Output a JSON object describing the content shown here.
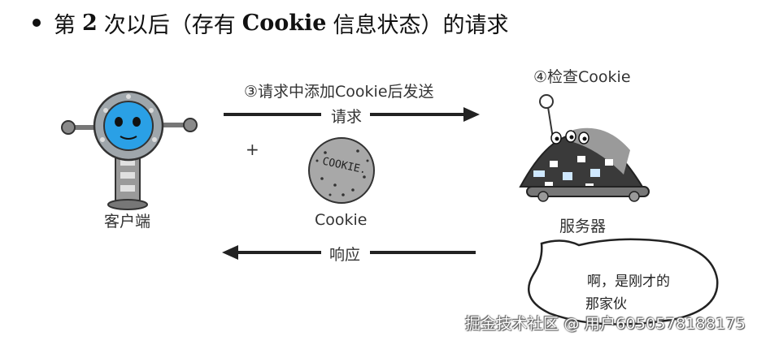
{
  "heading": {
    "prefix": "第",
    "number": "2",
    "middle": "次以后（存有",
    "cookie_word": "Cookie",
    "suffix": "信息状态）的请求"
  },
  "diagram": {
    "step3_label": "③请求中添加Cookie后发送",
    "step4_label": "④检查Cookie",
    "request_arrow_label": "请求",
    "response_arrow_label": "响应",
    "plus_sign": "+",
    "cookie_label": "Cookie",
    "cookie_stamp_text": "COOKIE.",
    "client_label": "客户端",
    "server_label": "服务器",
    "speech_line1": "啊，是刚才的",
    "speech_line2": "那家伙"
  },
  "watermark": "掘金技术社区 @ 用户6050578188175"
}
